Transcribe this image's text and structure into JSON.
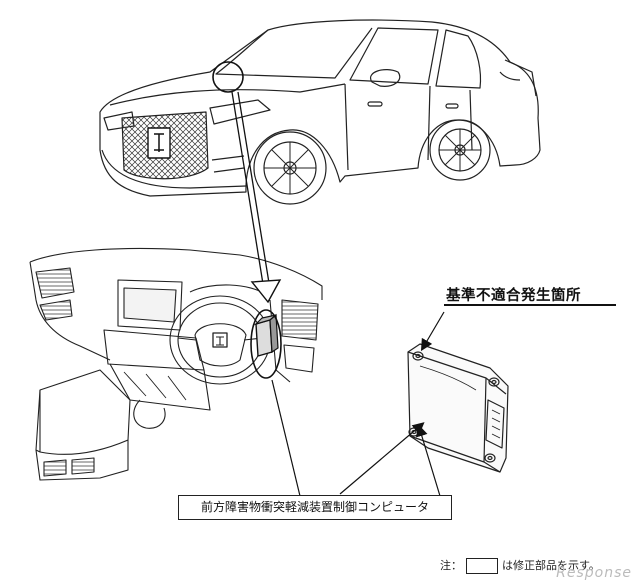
{
  "heading": "基準不適合発生箇所",
  "callout_label": "前方障害物衝突軽減装置制御コンピュータ",
  "note": {
    "prefix": "注：",
    "suffix": "は修正部品を示す。"
  },
  "watermark": "Response"
}
